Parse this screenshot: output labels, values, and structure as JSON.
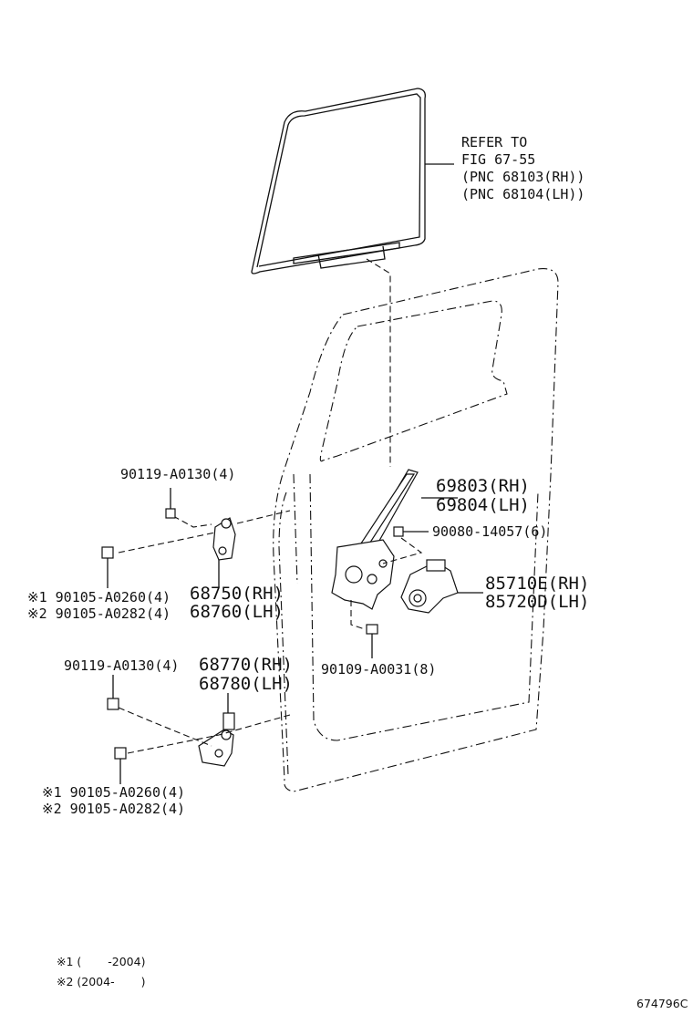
{
  "refer": {
    "line1": "REFER TO",
    "line2": "FIG 67-55",
    "line3": "(PNC 68103(RH))",
    "line4": "(PNC 68104(LH))"
  },
  "parts": {
    "screw_upper": "90119-A0130(4)",
    "regulator_rh": "69803(RH)",
    "regulator_lh": "69804(LH)",
    "bolt_6": "90080-14057(6)",
    "motor_rh": "85710E(RH)",
    "motor_lh": "85720D(LH)",
    "bolt_upper_1": "※1 90105-A0260(4)",
    "bolt_upper_2": "※2 90105-A0282(4)",
    "hinge_upper_rh": "68750(RH)",
    "hinge_upper_lh": "68760(LH)",
    "screw_lower": "90119-A0130(4)",
    "hinge_lower_rh": "68770(RH)",
    "hinge_lower_lh": "68780(LH)",
    "bolt_8": "90109-A0031(8)",
    "bolt_lower_1": "※1 90105-A0260(4)",
    "bolt_lower_2": "※2 90105-A0282(4)"
  },
  "notes": {
    "note1": "※1 (　　 -2004)",
    "note2": "※2 (2004-　　 )"
  },
  "figure_id": "674796C"
}
